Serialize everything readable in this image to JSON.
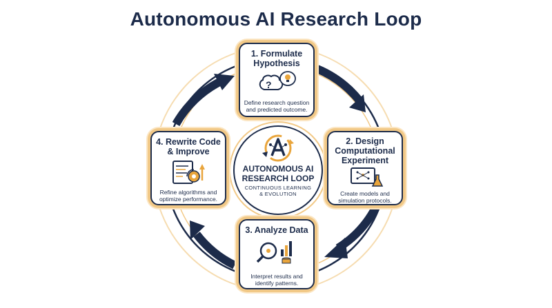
{
  "title": "Autonomous AI Research Loop",
  "center": {
    "title_line1": "AUTONOMOUS AI",
    "title_line2": "RESEARCH LOOP",
    "subtitle_line1": "CONTINUOUS LEARNING",
    "subtitle_line2": "& EVOLUTION",
    "icon": "ai-cycle-logo-icon"
  },
  "steps": [
    {
      "title_line1": "1. Formulate",
      "title_line2": "Hypothesis",
      "desc_line1": "Define research question",
      "desc_line2": "and predicted outcome.",
      "icon": "brain-question-lightbulb-icon"
    },
    {
      "title_line1": "2. Design",
      "title_line2": "Computational",
      "title_line3": "Experiment",
      "desc_line1": "Create models and",
      "desc_line2": "simulation protocols.",
      "icon": "computer-flask-icon"
    },
    {
      "title_line1": "3. Analyze Data",
      "desc_line1": "Interpret results and",
      "desc_line2": "identify patterns.",
      "icon": "magnifier-chart-database-icon"
    },
    {
      "title_line1": "4. Rewrite Code",
      "title_line2": "& Improve",
      "desc_line1": "Refine algorithms and",
      "desc_line2": "optimize performance.",
      "icon": "code-gear-refresh-icon"
    }
  ],
  "colors": {
    "navy": "#1c2b4a",
    "gold": "#e9a53c",
    "light_gold": "#f2c987"
  }
}
